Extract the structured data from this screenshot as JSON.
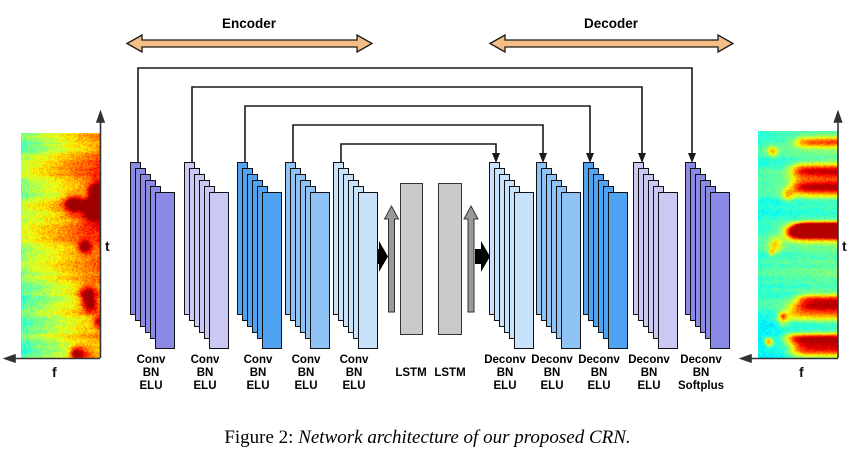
{
  "figure": {
    "caption_prefix": "Figure 2: ",
    "caption_text": "Network architecture of our proposed CRN."
  },
  "header": {
    "encoder_label": "Encoder",
    "decoder_label": "Decoder"
  },
  "spectrograms": {
    "left": {
      "t_label": "t",
      "f_label": "f",
      "style": "warm-noisy"
    },
    "right": {
      "t_label": "t",
      "f_label": "f",
      "style": "cool-enhanced"
    }
  },
  "encoder_blocks": [
    {
      "label_lines": [
        "Conv",
        "BN",
        "ELU"
      ],
      "color": "#8a8ae6"
    },
    {
      "label_lines": [
        "Conv",
        "BN",
        "ELU"
      ],
      "color": "#cac9f3"
    },
    {
      "label_lines": [
        "Conv",
        "BN",
        "ELU"
      ],
      "color": "#4fa3f0"
    },
    {
      "label_lines": [
        "Conv",
        "BN",
        "ELU"
      ],
      "color": "#8fc3f5"
    },
    {
      "label_lines": [
        "Conv",
        "BN",
        "ELU"
      ],
      "color": "#c9e2fb"
    }
  ],
  "decoder_blocks": [
    {
      "label_lines": [
        "Deconv",
        "BN",
        "ELU"
      ],
      "color": "#c9e2fb"
    },
    {
      "label_lines": [
        "Deconv",
        "BN",
        "ELU"
      ],
      "color": "#8fc3f5"
    },
    {
      "label_lines": [
        "Deconv",
        "BN",
        "ELU"
      ],
      "color": "#4fa3f0"
    },
    {
      "label_lines": [
        "Deconv",
        "BN",
        "ELU"
      ],
      "color": "#cac9f3"
    },
    {
      "label_lines": [
        "Deconv",
        "BN",
        "Softplus"
      ],
      "color": "#8a8ae6"
    }
  ],
  "lstm_blocks": [
    {
      "label": "LSTM"
    },
    {
      "label": "LSTM"
    }
  ],
  "colors": {
    "span_arrow_fill": "#f5be85",
    "span_arrow_stroke": "#1a1a1a",
    "lstm_fill": "#cacaca",
    "up_arrow_fill": "#999999",
    "flow_arrow_fill": "#000000",
    "skip_line": "#1a1a1a"
  }
}
